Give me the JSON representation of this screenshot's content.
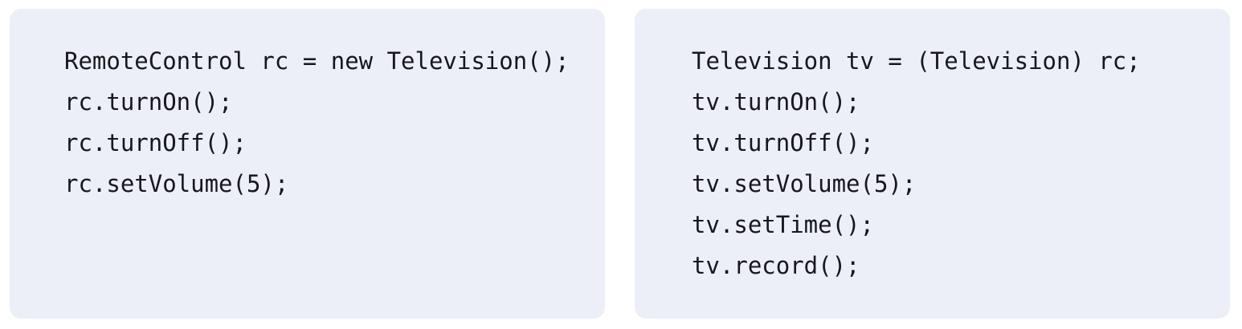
{
  "page": {
    "background_color": "#ffffff",
    "panel_background_color": "#eceff8",
    "code_text_color": "#17171c"
  },
  "panels": [
    {
      "id": "left",
      "lines": [
        "RemoteControl rc = new Television();",
        "rc.turnOn();",
        "rc.turnOff();",
        "rc.setVolume(5);"
      ]
    },
    {
      "id": "right",
      "lines": [
        "Television tv = (Television) rc;",
        "tv.turnOn();",
        "tv.turnOff();",
        "tv.setVolume(5);",
        "tv.setTime();",
        "tv.record();"
      ]
    }
  ]
}
